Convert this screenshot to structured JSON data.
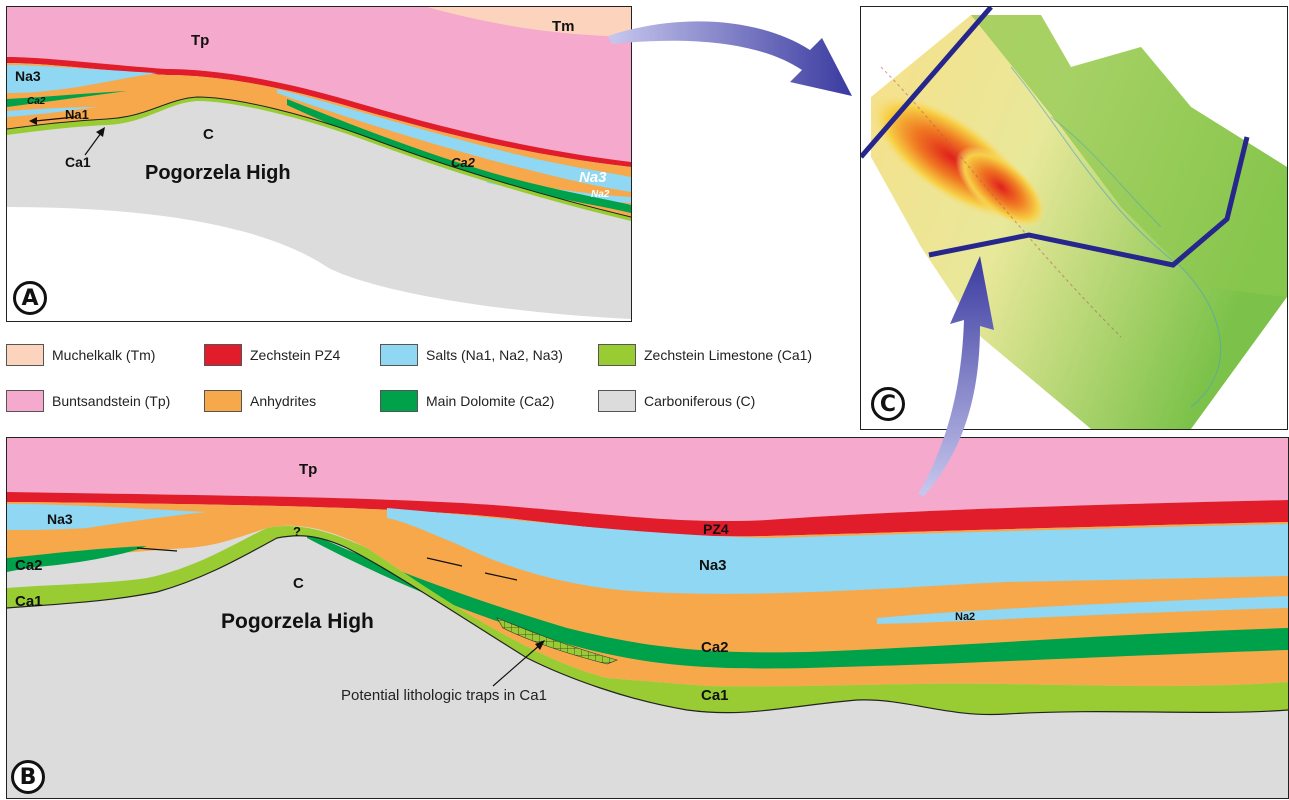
{
  "panel_a": {
    "badge": "A",
    "labels": {
      "tp": "Tp",
      "tm": "Tm",
      "na3_left": "Na3",
      "ca2_left": "Ca2",
      "na1": "Na1",
      "ca1": "Ca1",
      "c": "C",
      "high": "Pogorzela High",
      "ca2_right": "Ca2",
      "na3_right": "Na3",
      "na2_right": "Na2"
    }
  },
  "panel_b": {
    "badge": "B",
    "labels": {
      "tp": "Tp",
      "pz4": "PZ4",
      "na3_left": "Na3",
      "na3_center": "Na3",
      "question": "?",
      "ca2_left": "Ca2",
      "ca1_left": "Ca1",
      "c": "C",
      "high": "Pogorzela High",
      "na2": "Na2",
      "ca2_right": "Ca2",
      "ca1_right": "Ca1",
      "traps": "Potential lithologic traps in Ca1"
    }
  },
  "panel_c": {
    "badge": "C"
  },
  "legend": [
    {
      "label": "Muchelkalk (Tm)",
      "color": "#fcd3bd"
    },
    {
      "label": "Zechstein PZ4",
      "color": "#e21d2b"
    },
    {
      "label": "Salts (Na1, Na2, Na3)",
      "color": "#8fd7f3"
    },
    {
      "label": "Zechstein Limestone (Ca1)",
      "color": "#99cc33"
    },
    {
      "label": "Buntsandstein (Tp)",
      "color": "#f5a9cc"
    },
    {
      "label": "Anhydrites",
      "color": "#f7a84a"
    },
    {
      "label": "Main Dolomite (Ca2)",
      "color": "#00a14b"
    },
    {
      "label": "Carboniferous (C)",
      "color": "#dcdcdc"
    }
  ],
  "colors": {
    "tm": "#fcd3bd",
    "pz4": "#e21d2b",
    "salt": "#8fd7f3",
    "ca1": "#99cc33",
    "tp": "#f5a9cc",
    "anhydrite": "#f7a84a",
    "ca2": "#00a14b",
    "carb": "#dcdcdc",
    "arrow": "#4a4aa8",
    "section_line": "#26268c"
  }
}
